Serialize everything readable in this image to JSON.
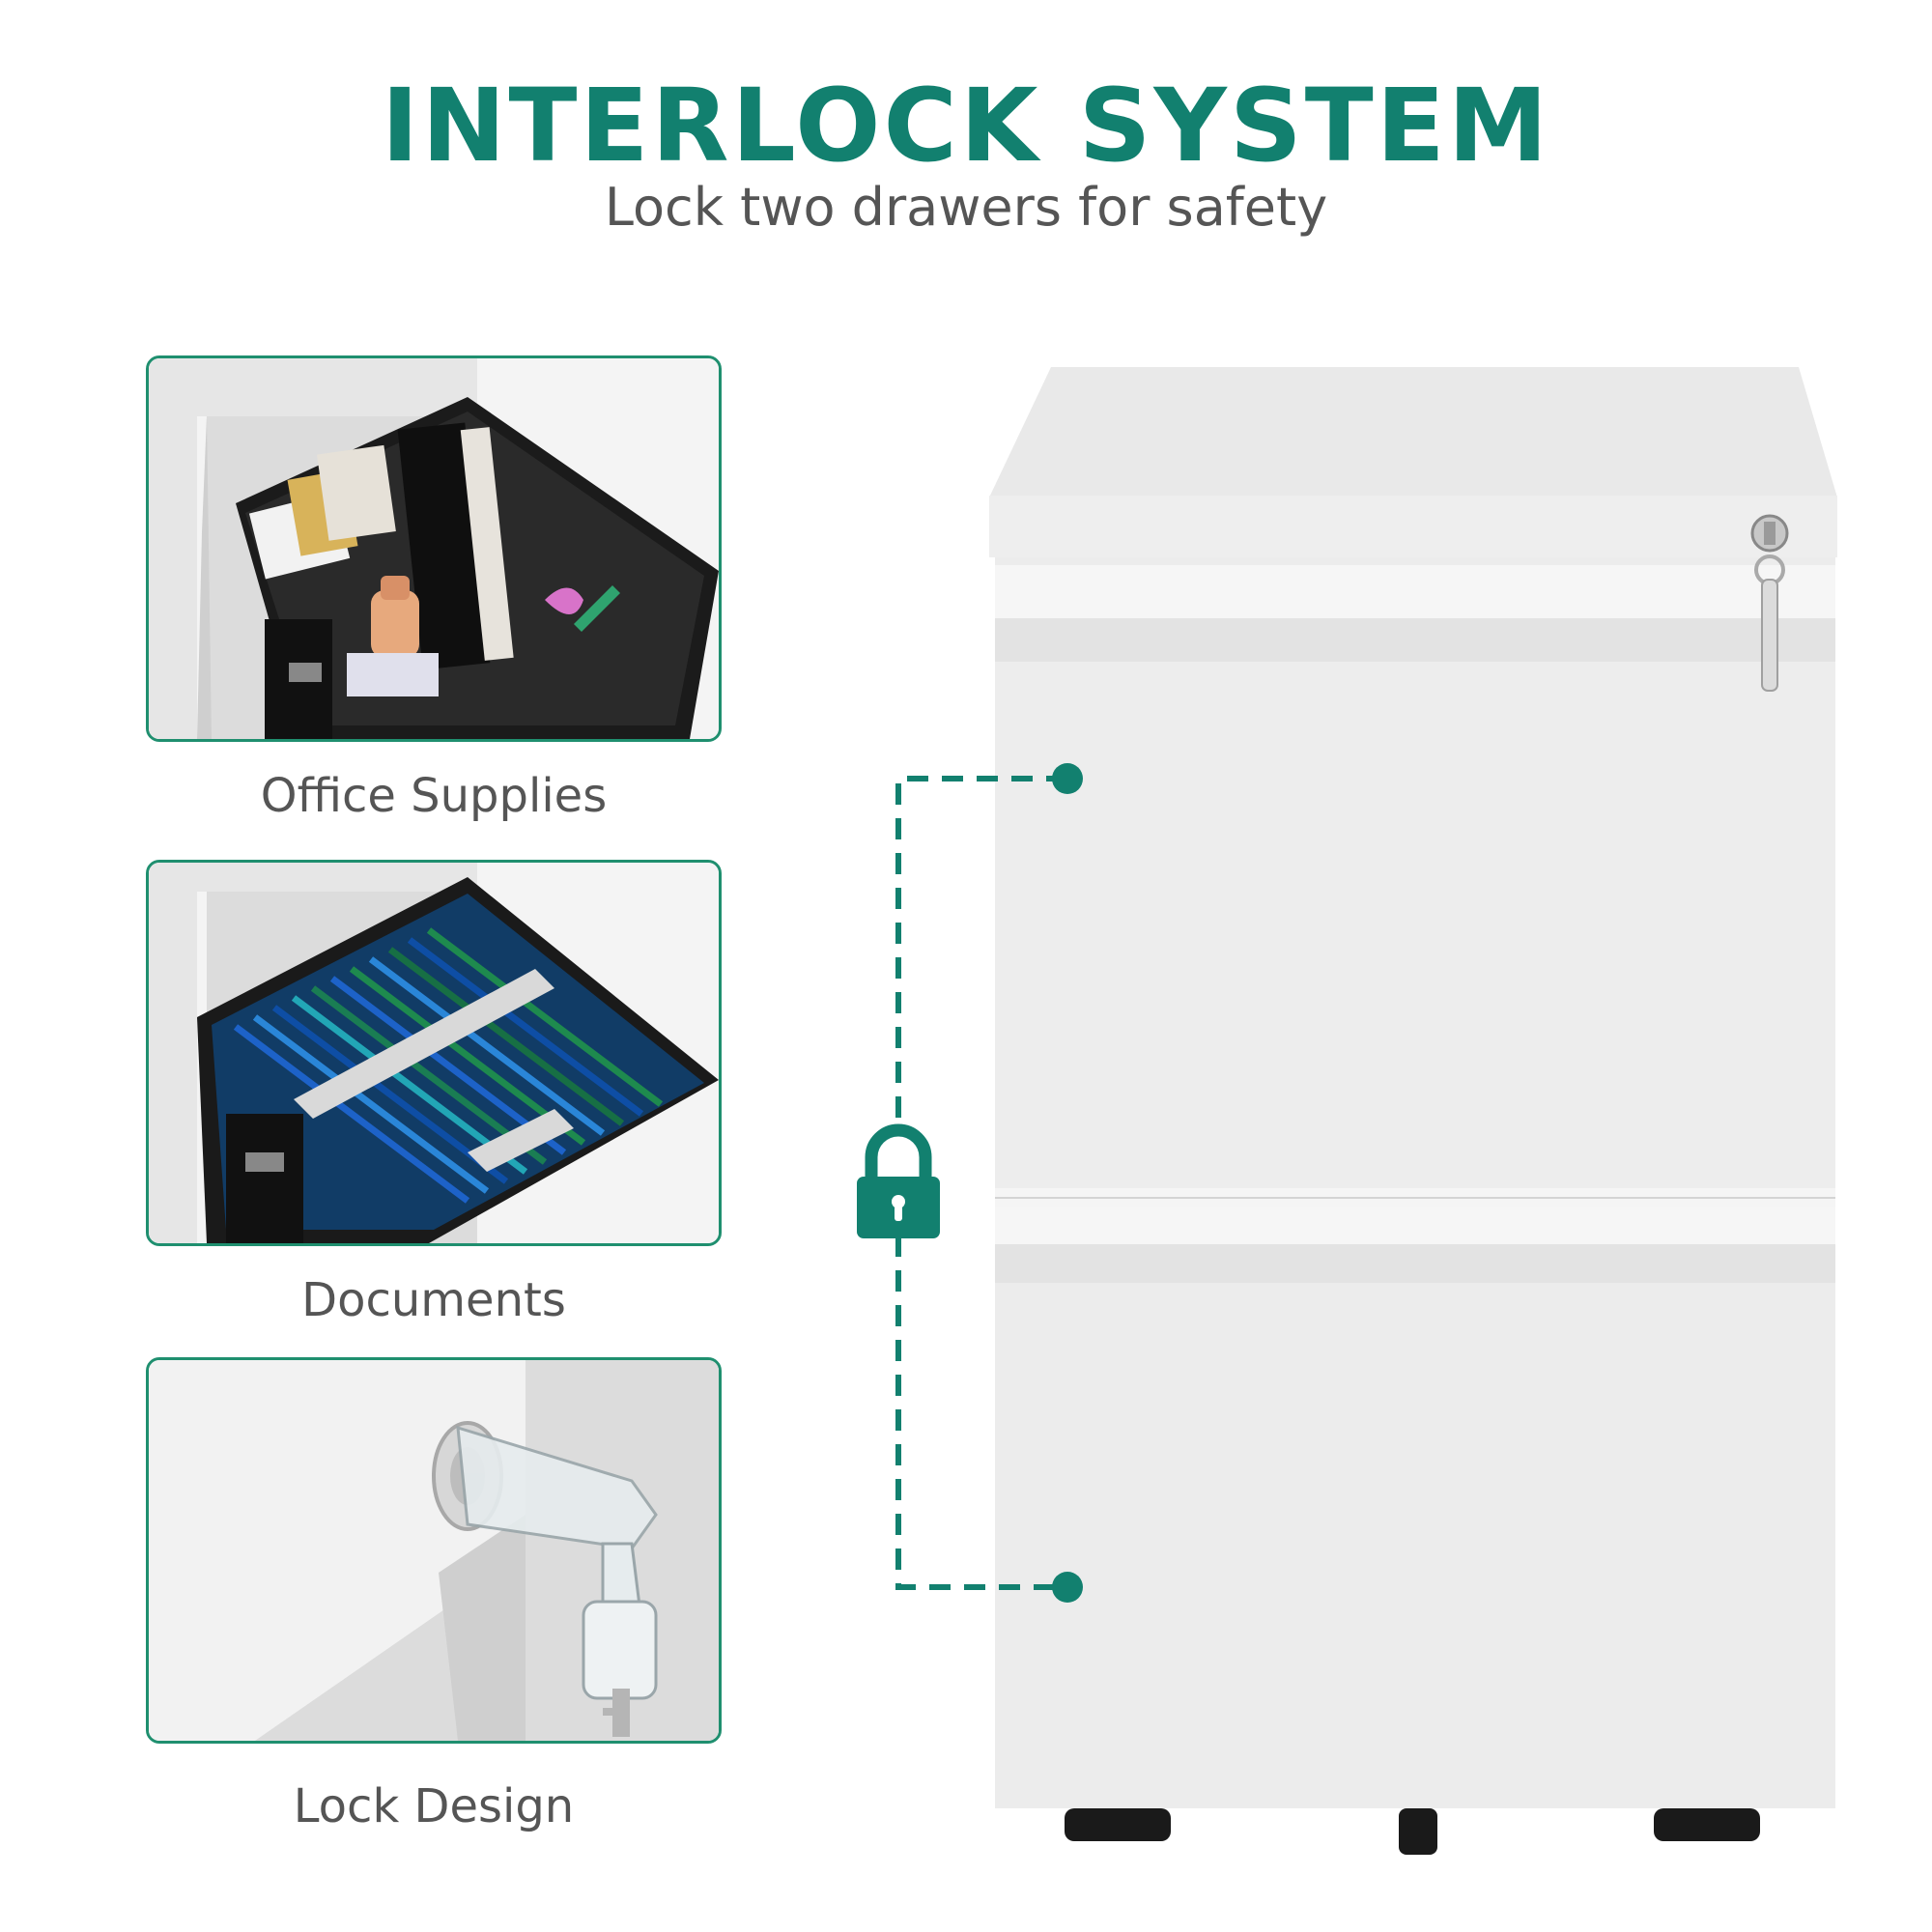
{
  "header": {
    "title": "INTERLOCK SYSTEM",
    "subtitle": "Lock two drawers for safety"
  },
  "features": [
    {
      "label": "Office Supplies",
      "icon": "open-drawer-supplies-photo"
    },
    {
      "label": "Documents",
      "icon": "open-drawer-files-photo"
    },
    {
      "label": "Lock Design",
      "icon": "lock-and-key-photo"
    }
  ],
  "colors": {
    "accent": "#12806f",
    "border": "#1f8f6f",
    "text": "#555555"
  },
  "diagram": {
    "lock_icon": "padlock-icon"
  }
}
